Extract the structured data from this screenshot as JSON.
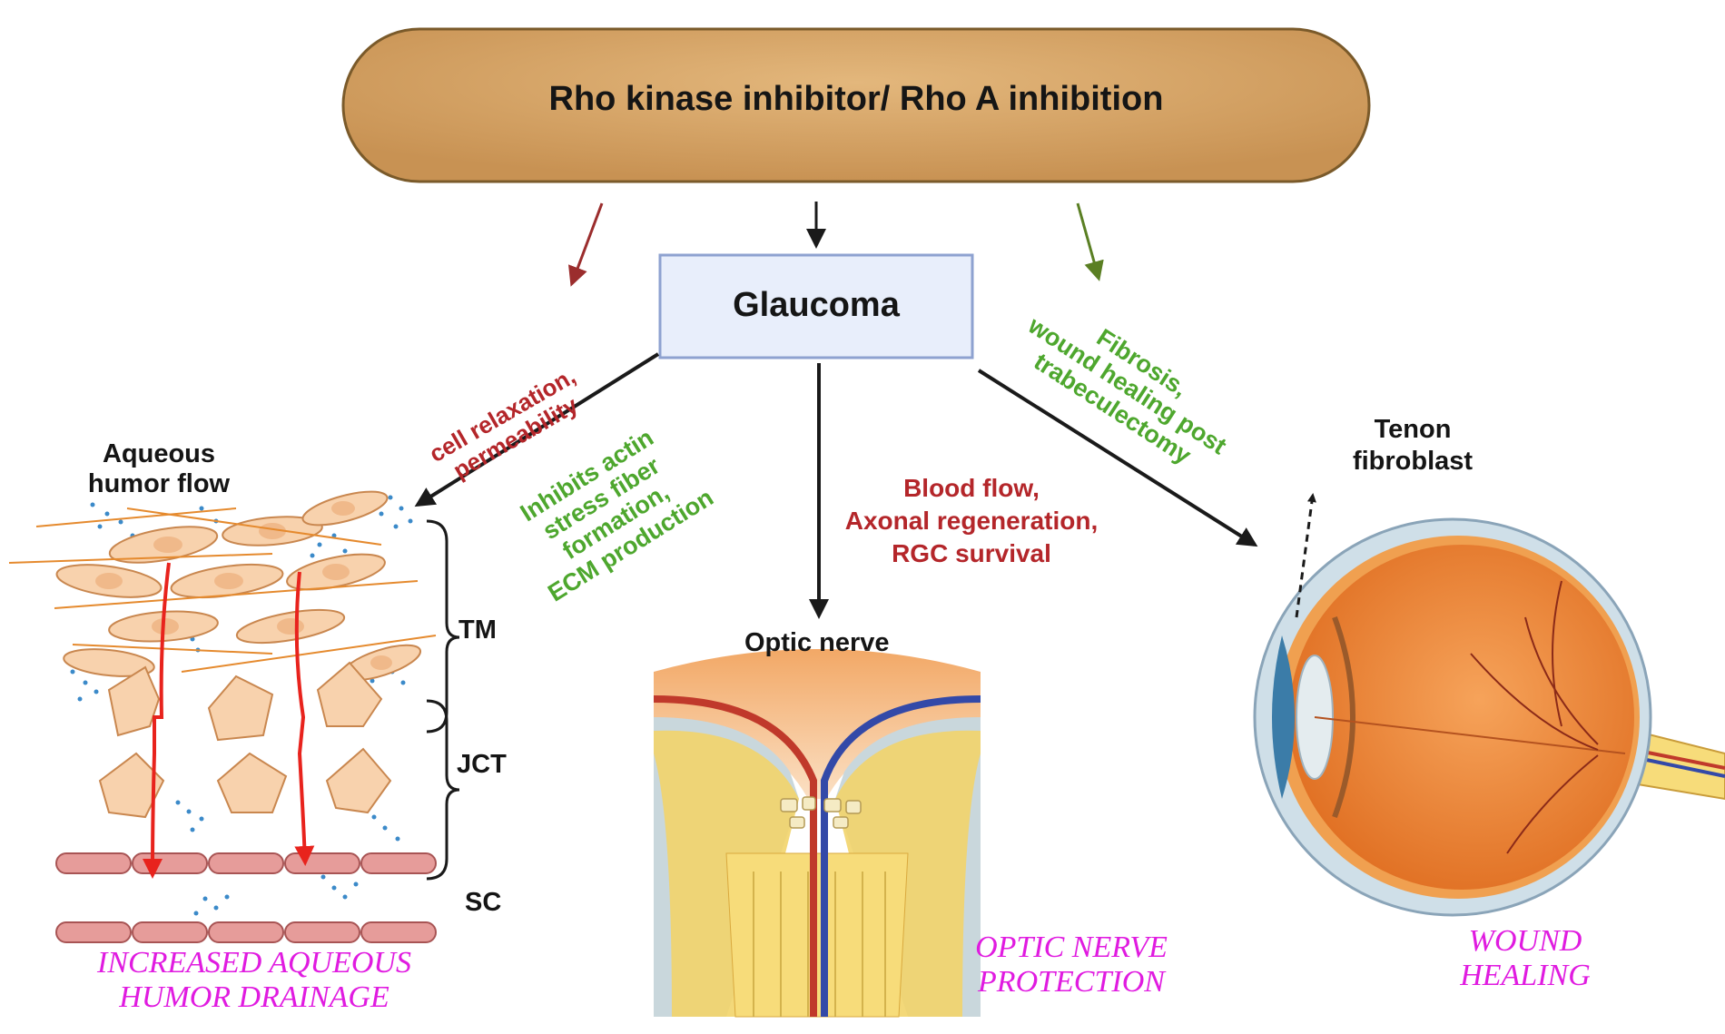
{
  "top": {
    "title": "Rho kinase inhibitor/ Rho A inhibition"
  },
  "center": {
    "label": "Glaucoma"
  },
  "left_panel": {
    "effect_red": [
      "cell relaxation,",
      "permeability"
    ],
    "effect_green": [
      "Inhibits actin",
      "stress fiber",
      "formation,",
      "ECM production"
    ],
    "flow_label": [
      "Aqueous",
      "humor flow"
    ],
    "tm_label": "TM",
    "jct_label": "JCT",
    "sc_label": "SC",
    "outcome": [
      "INCREASED AQUEOUS",
      "HUMOR DRAINAGE"
    ]
  },
  "middle_panel": {
    "effect_red": [
      "Blood flow,",
      "Axonal regeneration,",
      "RGC survival"
    ],
    "label": "Optic nerve",
    "outcome": [
      "OPTIC NERVE",
      "PROTECTION"
    ]
  },
  "right_panel": {
    "effect_green": [
      "Fibrosis,",
      "wound healing post",
      "trabeculectomy"
    ],
    "label": [
      "Tenon",
      "fibroblast"
    ],
    "outcome": [
      "WOUND",
      "HEALING"
    ]
  },
  "colors": {
    "capsule_fill": "#d6a667",
    "capsule_stroke": "#7a5a2a",
    "box_fill": "#e8eefb",
    "box_stroke": "#8ea2d0",
    "red_text": "#b4262a",
    "green_text": "#4ea72e",
    "outcome_text": "#e01be0",
    "cell_fill": "#f8d2ad",
    "sc_cell_fill": "#e69c9a",
    "eye_orange": "#f08a34"
  }
}
